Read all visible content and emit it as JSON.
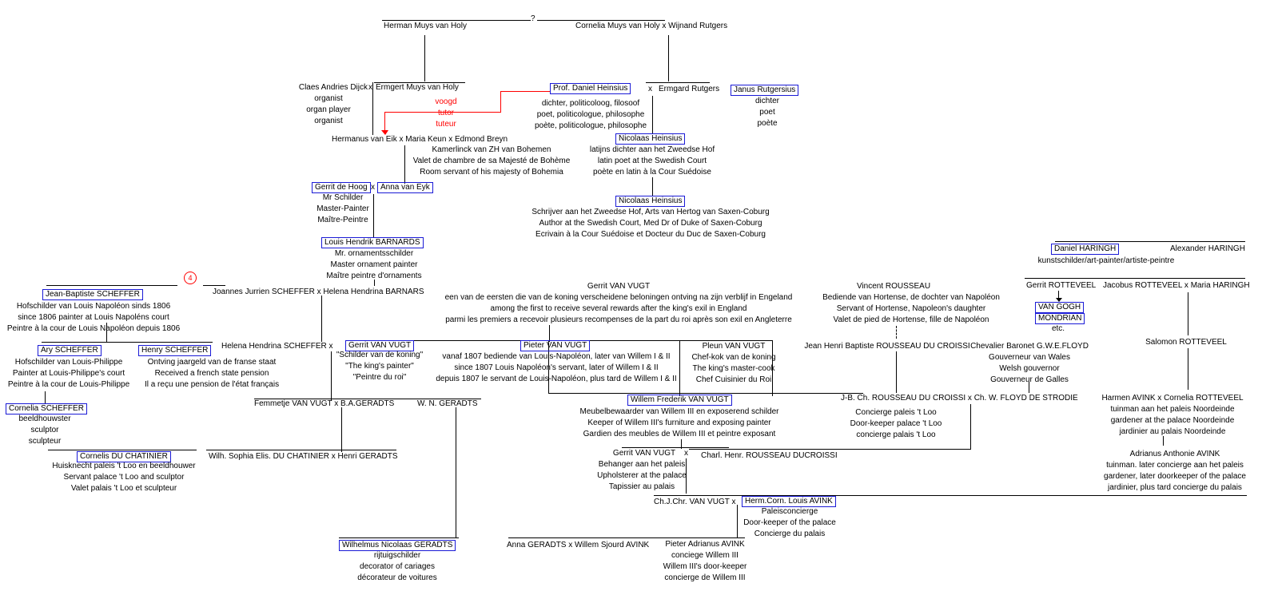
{
  "top": {
    "question": "?",
    "herman": "Herman Muys van Holy",
    "cornelia_muys": "Cornelia Muys van Holy",
    "x1": "x",
    "wijnand": "Wijnand Rutgers"
  },
  "row2": {
    "claes": "Claes Andries Dijck",
    "claes_roles": [
      "organist",
      "organ player",
      "organist"
    ],
    "x": "x",
    "ermgert": "Ermgert Muys van Holy",
    "voogd": [
      "voogd",
      "tutor",
      "tuteur"
    ],
    "daniel_heinsius": "Prof. Daniel Heinsius",
    "daniel_roles": [
      "dichter, politicoloog, filosoof",
      "poet, politicologue, philosophe",
      "poète, politicologue, philosophe"
    ],
    "x2": "x",
    "ermgard": "Ermgard Rutgers",
    "janus": "Janus Rutgersius",
    "janus_roles": [
      "dichter",
      "poet",
      "poète"
    ]
  },
  "row3": {
    "hermanus": "Hermanus van Eik",
    "x1": "x",
    "maria_keun": "Maria Keun",
    "x2": "x",
    "edmond": "Edmond Breyn",
    "edmond_roles": [
      "Kamerlinck van ZH van Bohemen",
      "Valet de chambre de sa Majesté de Bohème",
      "Room servant of his majesty of Bohemia"
    ],
    "nicolaas1": "Nicolaas Heinsius",
    "nicolaas1_roles": [
      "latijns dichter aan het Zweedse Hof",
      "latin poet at the Swedish Court",
      "poète en latin à la Cour Suédoise"
    ]
  },
  "row4": {
    "gerrit_de_hoog": "Gerrit de Hoog",
    "x": "x",
    "anna_van_eyk": "Anna van Eyk",
    "gerrit_roles": [
      "Mr Schilder",
      "Master-Painter",
      "Maître-Peintre"
    ],
    "nicolaas2": "Nicolaas Heinsius",
    "nicolaas2_roles": [
      "Schrijver aan het Zweedse Hof, Arts van Hertog van Saxen-Coburg",
      "Author at the Swedish Court, Med Dr of Duke of Saxen-Coburg",
      "Ecrivain à la Cour Suédoise et Docteur du Duc de Saxen-Coburg"
    ]
  },
  "row5": {
    "louis_barnards": "Louis Hendrik BARNARDS",
    "louis_roles": [
      "Mr. ornamentsschilder",
      "Master ornament painter",
      "Maître peintre d'ornaments"
    ],
    "circle": "4",
    "jb_scheffer": "Jean-Baptiste SCHEFFER",
    "jb_roles": [
      "Hofschilder van Louis Napoléon sinds 1806",
      "since 1806 painter at Louis Napoléns court",
      "Peintre à la cour de Louis Napoléon depuis 1806"
    ],
    "joannes": "Joannes Jurrien SCHEFFER",
    "x": "x",
    "helena_barnars": "Helena Hendrina BARNARS",
    "gerrit_vv_top": "Gerrit VAN VUGT",
    "gerrit_vv_top_roles": [
      "een van de eersten die van de koning verscheidene beloningen ontving na zijn verblijf in Engeland",
      "among the first to receive several rewards after the king's exil in England",
      "parmi les premiers a recevoir plusieurs recompenses de la part du roi après son exil en Angleterre"
    ],
    "vincent": "Vincent ROUSSEAU",
    "vincent_roles": [
      "Bediende van Hortense, de dochter van Napoléon",
      "Servant of Hortense, Napoleon's daughter",
      "Valet de pied de Hortense, fille de Napoléon"
    ]
  },
  "haringh": {
    "daniel": "Daniel HARINGH",
    "alexander": "Alexander HARINGH",
    "daniel_roles": "kunstschilder/art-painter/artiste-peintre",
    "gerrit_rotteveel": "Gerrit ROTTEVEEL",
    "jacobus": "Jacobus ROTTEVEEL",
    "x": "x",
    "maria_haringh": "Maria HARINGH",
    "van_gogh": "VAN GOGH",
    "mondrian": "MONDRIAN",
    "etc": "etc.",
    "salomon": "Salomon ROTTEVEEL",
    "harmen": "Harmen AVINK",
    "x2": "x",
    "cornelia_rotteveel": "Cornelia ROTTEVEEL",
    "harmen_roles": [
      "tuinman aan het paleis Noordeinde",
      "gardener at the palace Noordeinde",
      "jardinier au palais Noordeinde"
    ],
    "adrianus": "Adrianus Anthonie AVINK",
    "adrianus_roles": [
      "tuinman. later concierge aan het paleis",
      "gardener, later doorkeeper of the palace",
      "jardinier, plus tard concierge du palais"
    ]
  },
  "row6": {
    "ary": "Ary SCHEFFER",
    "ary_roles": [
      "Hofschilder van Louis-Philippe",
      "Painter at Louis-Philippe's court",
      "Peintre à la cour de Louis-Philippe"
    ],
    "henry": "Henry SCHEFFER",
    "henry_roles": [
      "Ontving jaargeld van de franse staat",
      "Received a french state pension",
      "Il a reçu une pension de l'état français"
    ],
    "helena_scheffer": "Helena Hendrina SCHEFFER",
    "x": "x",
    "gerrit_vv": "Gerrit VAN VUGT",
    "gerrit_vv_roles": [
      "\"Schilder van de koning\"",
      "\"The king's painter\"",
      "\"Peintre du roi\""
    ],
    "pieter_vv": "Pieter VAN VUGT",
    "pieter_roles": [
      "vanaf 1807 bediende van Louis-Napoléon, later van Willem I & II",
      "since 1807 Louis Napoléon's servant, later of Willem I & II",
      "depuis 1807 le servant de Louis-Napoléon, plus tard de Willem I & II"
    ],
    "pleun": "Pleun VAN VUGT",
    "pleun_roles": [
      "Chef-kok van de koning",
      "The king's master-cook",
      "Chef Cuisinier du Roi"
    ],
    "jean_henri": "Jean Henri Baptiste ROUSSEAU DU CROISSI",
    "floyd": "Chevalier Baronet G.W.E.FLOYD",
    "floyd_roles": [
      "Gouverneur van Wales",
      "Welsh gouvernor",
      "Gouverneur de Galles"
    ]
  },
  "row7": {
    "cornelia_scheffer": "Cornelia SCHEFFER",
    "cornelia_roles": [
      "beeldhouwster",
      "sculptor",
      "sculpteur"
    ],
    "femmetje": "Femmetje VAN VUGT",
    "x": "x",
    "ba_geradts": "B.A.GERADTS",
    "wn_geradts": "W. N. GERADTS",
    "willem_frederik": "Willem Frederik VAN VUGT",
    "willem_roles": [
      "Meubelbewaarder van Willem III en exposerend schilder",
      "Keeper of Willem III's furniture and exposing painter",
      "Gardien des meubles de Willem III et peintre exposant"
    ],
    "jb_ch": "J-B. Ch. ROUSSEAU DU CROISSI",
    "x2": "x",
    "ch_floyd": "Ch. W. FLOYD DE STRODIE",
    "jb_ch_roles": [
      "Concierge paleis 't Loo",
      "Door-keeper palace 't Loo",
      "concierge palais 't Loo"
    ]
  },
  "row8": {
    "cornelis": "Cornelis DU CHATINIER",
    "cornelis_roles": [
      "Huisknecht paleis 't Loo en beeldhouwer",
      "Servant palace 't Loo and sculptor",
      "Valet palais 't Loo et sculpteur"
    ],
    "wilh_sophia": "Wilh. Sophia Elis. DU CHATINIER",
    "x": "x",
    "henri_geradts": "Henri GERADTS",
    "gerrit_vv3": "Gerrit VAN VUGT",
    "gerrit_vv3_roles": [
      "Behanger aan het paleis",
      "Upholsterer at the palace",
      "Tapissier au palais"
    ],
    "x2": "x",
    "charl": "Charl. Henr. ROUSSEAU DUCROISSI",
    "chj": "Ch.J.Chr. VAN VUGT",
    "x3": "x",
    "herm_corn": "Herm.Corn. Louis AVINK",
    "herm_roles": [
      "Paleisconcierge",
      "Door-keeper of the palace",
      "Concierge du palais"
    ]
  },
  "row9": {
    "wilhelmus": "Wilhelmus Nicolaas GERADTS",
    "wilhelmus_roles": [
      "rijtuigschilder",
      "decorator of cariages",
      "décorateur de voitures"
    ],
    "anna_geradts": "Anna GERADTS",
    "x": "x",
    "willem_sjourd": "Willem Sjourd AVINK",
    "pieter_adrianus": "Pieter Adrianus AVINK",
    "pieter_adrianus_roles": [
      "conciege Willem III",
      "Willem III's door-keeper",
      "concierge de Willem III"
    ]
  },
  "colors": {
    "box_border": "#1a1ad6",
    "red": "#ff0000",
    "line": "#000000"
  }
}
